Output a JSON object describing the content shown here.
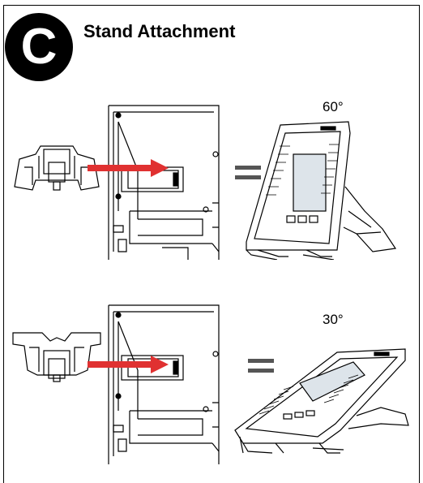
{
  "section": {
    "badge_letter": "C",
    "title": "Stand Attachment"
  },
  "figures": [
    {
      "angle_label": "60°",
      "icon": "stand-60-degree"
    },
    {
      "angle_label": "30°",
      "icon": "stand-30-degree"
    }
  ],
  "colors": {
    "arrow": "#e03131",
    "line": "#000000"
  }
}
